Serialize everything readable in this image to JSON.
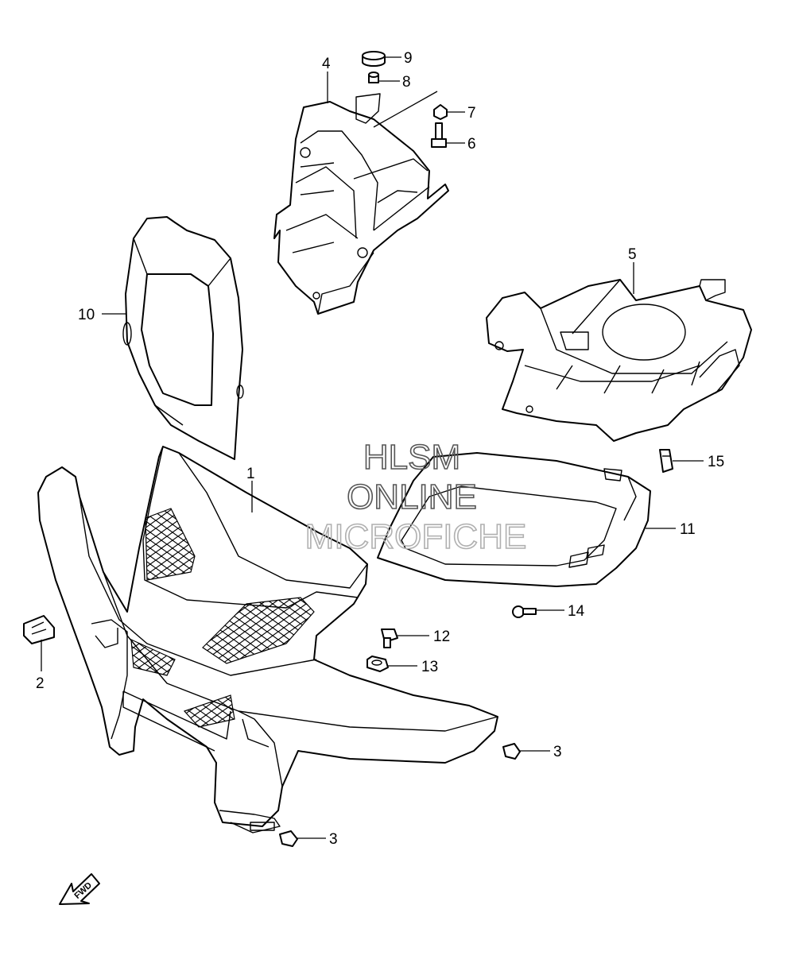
{
  "watermark": {
    "line1": "HLSM",
    "line2": "ONLINE",
    "line3": "MICROFICHE",
    "color_dark": "#555555",
    "color_light": "#b0b0b0"
  },
  "direction_indicator": {
    "label": "FWD"
  },
  "parts": {
    "p1": "1",
    "p2": "2",
    "p3a": "3",
    "p3b": "3",
    "p4": "4",
    "p5": "5",
    "p6": "6",
    "p7": "7",
    "p8": "8",
    "p9": "9",
    "p10": "10",
    "p11": "11",
    "p12": "12",
    "p13": "13",
    "p14": "14",
    "p15": "15"
  }
}
